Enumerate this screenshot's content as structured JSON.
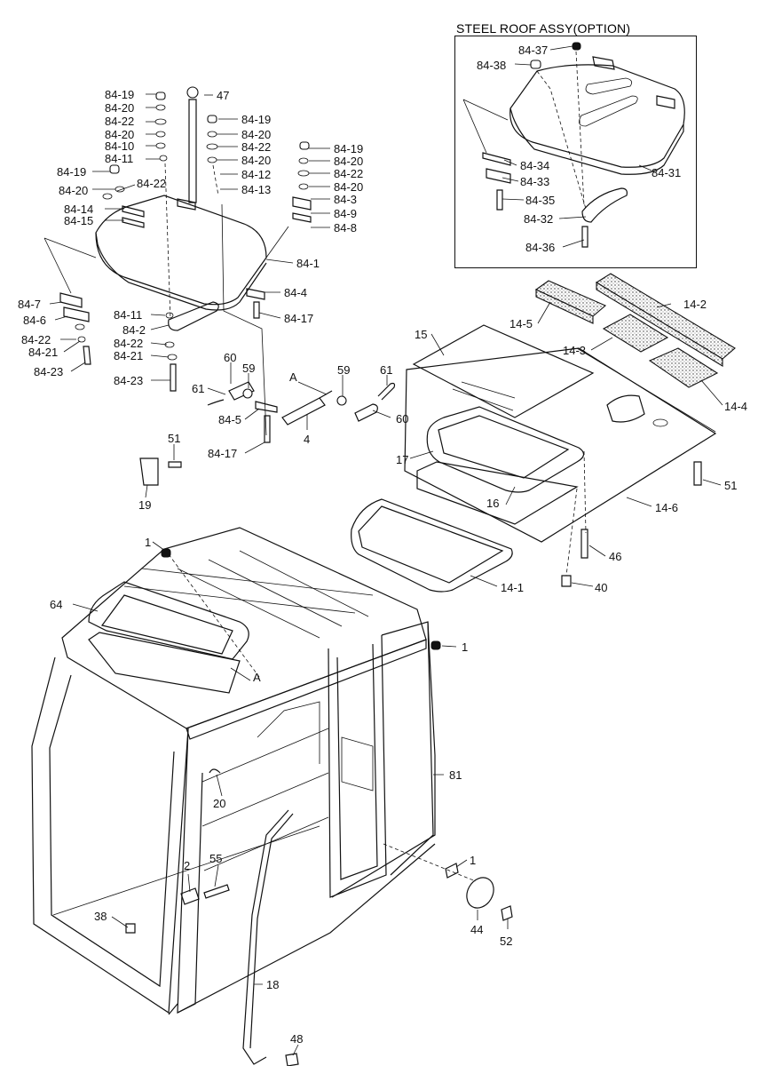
{
  "diagram": {
    "option_box_title": "STEEL ROOF ASSY(OPTION)",
    "callouts": {
      "c_84_19_a": "84-19",
      "c_84_20_a": "84-20",
      "c_84_22_a": "84-22",
      "c_84_20_b": "84-20",
      "c_84_10": "84-10",
      "c_84_11_a": "84-11",
      "c_47": "47",
      "c_84_19_b": "84-19",
      "c_84_20_c": "84-20",
      "c_84_22_b": "84-22",
      "c_84_20_d": "84-20",
      "c_84_12": "84-12",
      "c_84_13": "84-13",
      "c_84_19_c": "84-19",
      "c_84_20_e": "84-20",
      "c_84_22_c": "84-22",
      "c_84_20_f": "84-20",
      "c_84_3": "84-3",
      "c_84_9": "84-9",
      "c_84_8": "84-8",
      "c_84_19_d": "84-19",
      "c_84_20_g": "84-20",
      "c_84_22_d": "84-22",
      "c_84_14": "84-14",
      "c_84_15": "84-15",
      "c_84_1": "84-1",
      "c_84_4": "84-4",
      "c_84_17_a": "84-17",
      "c_84_7": "84-7",
      "c_84_6": "84-6",
      "c_84_22_e": "84-22",
      "c_84_21_a": "84-21",
      "c_84_23_a": "84-23",
      "c_84_11_b": "84-11",
      "c_84_2": "84-2",
      "c_84_22_f": "84-22",
      "c_84_21_b": "84-21",
      "c_84_23_b": "84-23",
      "c_60_a": "60",
      "c_59_a": "59",
      "c_61_a": "61",
      "c_84_5": "84-5",
      "c_84_17_b": "84-17",
      "c_A_a": "A",
      "c_4": "4",
      "c_59_b": "59",
      "c_61_b": "61",
      "c_60_b": "60",
      "c_51_a": "51",
      "c_19": "19",
      "c_84_37": "84-37",
      "c_84_38": "84-38",
      "c_84_34": "84-34",
      "c_84_33": "84-33",
      "c_84_35": "84-35",
      "c_84_32": "84-32",
      "c_84_31": "84-31",
      "c_84_36": "84-36",
      "c_14_2": "14-2",
      "c_14_5": "14-5",
      "c_14_3": "14-3",
      "c_14_4": "14-4",
      "c_15": "15",
      "c_17": "17",
      "c_16": "16",
      "c_14_6": "14-6",
      "c_51_b": "51",
      "c_46": "46",
      "c_40": "40",
      "c_14_1": "14-1",
      "c_1_a": "1",
      "c_64": "64",
      "c_1_b": "1",
      "c_A_b": "A",
      "c_81": "81",
      "c_20": "20",
      "c_2": "2",
      "c_55": "55",
      "c_38": "38",
      "c_1_c": "1",
      "c_44": "44",
      "c_52": "52",
      "c_18": "18",
      "c_48": "48"
    }
  }
}
